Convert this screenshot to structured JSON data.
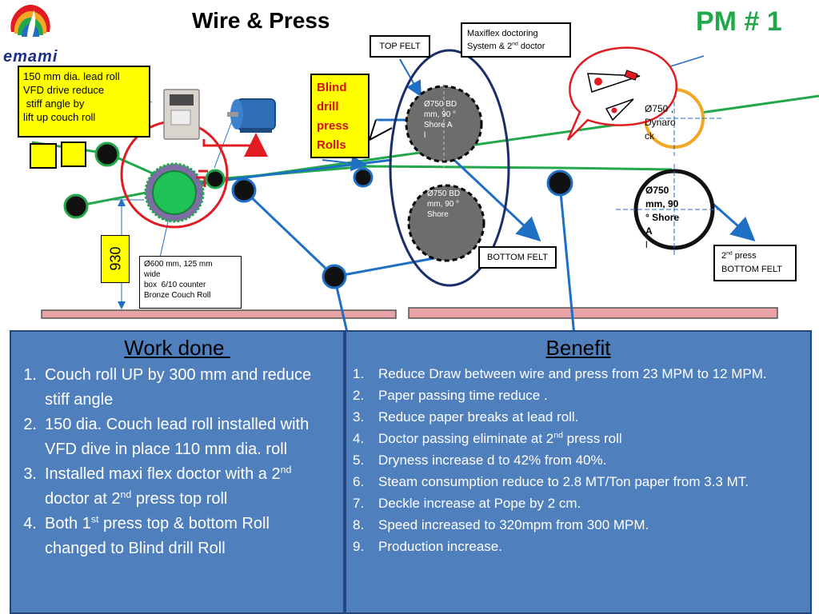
{
  "title": "Wire & Press",
  "pm_label": "PM # 1",
  "logo": {
    "name": "emami logo",
    "text": "emami"
  },
  "labels": {
    "top_felt": "TOP FELT",
    "bottom_felt": "BOTTOM FELT",
    "press2_bottom_felt_pre": "2",
    "press2_bottom_felt_sup": "nd",
    "press2_bottom_felt_line1": " press",
    "press2_bottom_felt_line2": "BOTTOM FELT",
    "maxiflex_line1": "Maxiflex doctoring",
    "maxiflex_line2_pre": "System & 2",
    "maxiflex_line2_sup": "nd",
    "maxiflex_line2_post": " doctor",
    "lead_roll": [
      "150 mm dia. lead roll",
      "VFD drive reduce",
      " stiff angle by",
      "lift up couch roll"
    ],
    "blind_drill": [
      "Blind",
      "drill",
      "press",
      "Rolls"
    ],
    "couch_roll": [
      "Ø600 mm, 125 mm",
      "wide",
      "box  6/10 counter",
      "Bronze Couch Roll"
    ],
    "height": "930",
    "roll_top": [
      "Ø750 BD",
      "mm, 90 °",
      "Shore A",
      "l"
    ],
    "roll_bottom": [
      "Ø750 BD",
      "mm, 90 °",
      "Shore"
    ],
    "dynaroll": [
      "Ø750 ,",
      "Dynaro",
      "ck"
    ],
    "roll_2nd_bottom": [
      "Ø750",
      "mm, 90",
      "° Shore",
      "A",
      "l"
    ]
  },
  "work_done": {
    "heading": "Work done ",
    "items": [
      {
        "num": "1.",
        "parts": [
          "Couch roll UP  by 300 mm and reduce stiff angle"
        ]
      },
      {
        "num": "2.",
        "parts": [
          "150 dia. Couch lead roll  installed with VFD dive in place 110 mm dia. roll"
        ]
      },
      {
        "num": "3.",
        "parts": [
          "Installed maxi flex doctor with a 2",
          "nd",
          " doctor at 2",
          "nd",
          " press top roll"
        ]
      },
      {
        "num": "4.",
        "parts": [
          "Both 1",
          "st",
          " press top & bottom Roll changed to Blind drill Roll"
        ]
      }
    ]
  },
  "benefit": {
    "heading": "Benefit",
    "items": [
      {
        "num": "1.",
        "parts": [
          "Reduce Draw between wire and  press from 23 MPM to 12 MPM."
        ]
      },
      {
        "num": "2.",
        "parts": [
          "Paper  passing time  reduce ."
        ]
      },
      {
        "num": "3.",
        "parts": [
          "Reduce paper  breaks at lead roll."
        ]
      },
      {
        "num": "4.",
        "parts": [
          "Doctor passing  eliminate at 2",
          "nd",
          " press roll"
        ]
      },
      {
        "num": "5.",
        "parts": [
          "Dryness  increase d to 42% from 40%."
        ]
      },
      {
        "num": "6.",
        "parts": [
          "Steam consumption reduce to 2.8 MT/Ton paper from 3.3 MT."
        ]
      },
      {
        "num": "7.",
        "parts": [
          "Deckle increase at Pope by 2 cm."
        ]
      },
      {
        "num": "8.",
        "parts": [
          "Speed  increased to 320mpm from 300 MPM."
        ]
      },
      {
        "num": "9.",
        "parts": [
          "Production increase."
        ]
      }
    ]
  },
  "colors": {
    "wire": "#22a84a",
    "felt": "#1f6fc4",
    "roll_dark": "#111111",
    "grey_roll": "#6d6d6d",
    "circle_red": "#e01b22",
    "dynaroll_ring": "#f5a623",
    "panel": "#4f7fbd",
    "highlight": "#ffff00",
    "floor": "#e7a3a5"
  }
}
